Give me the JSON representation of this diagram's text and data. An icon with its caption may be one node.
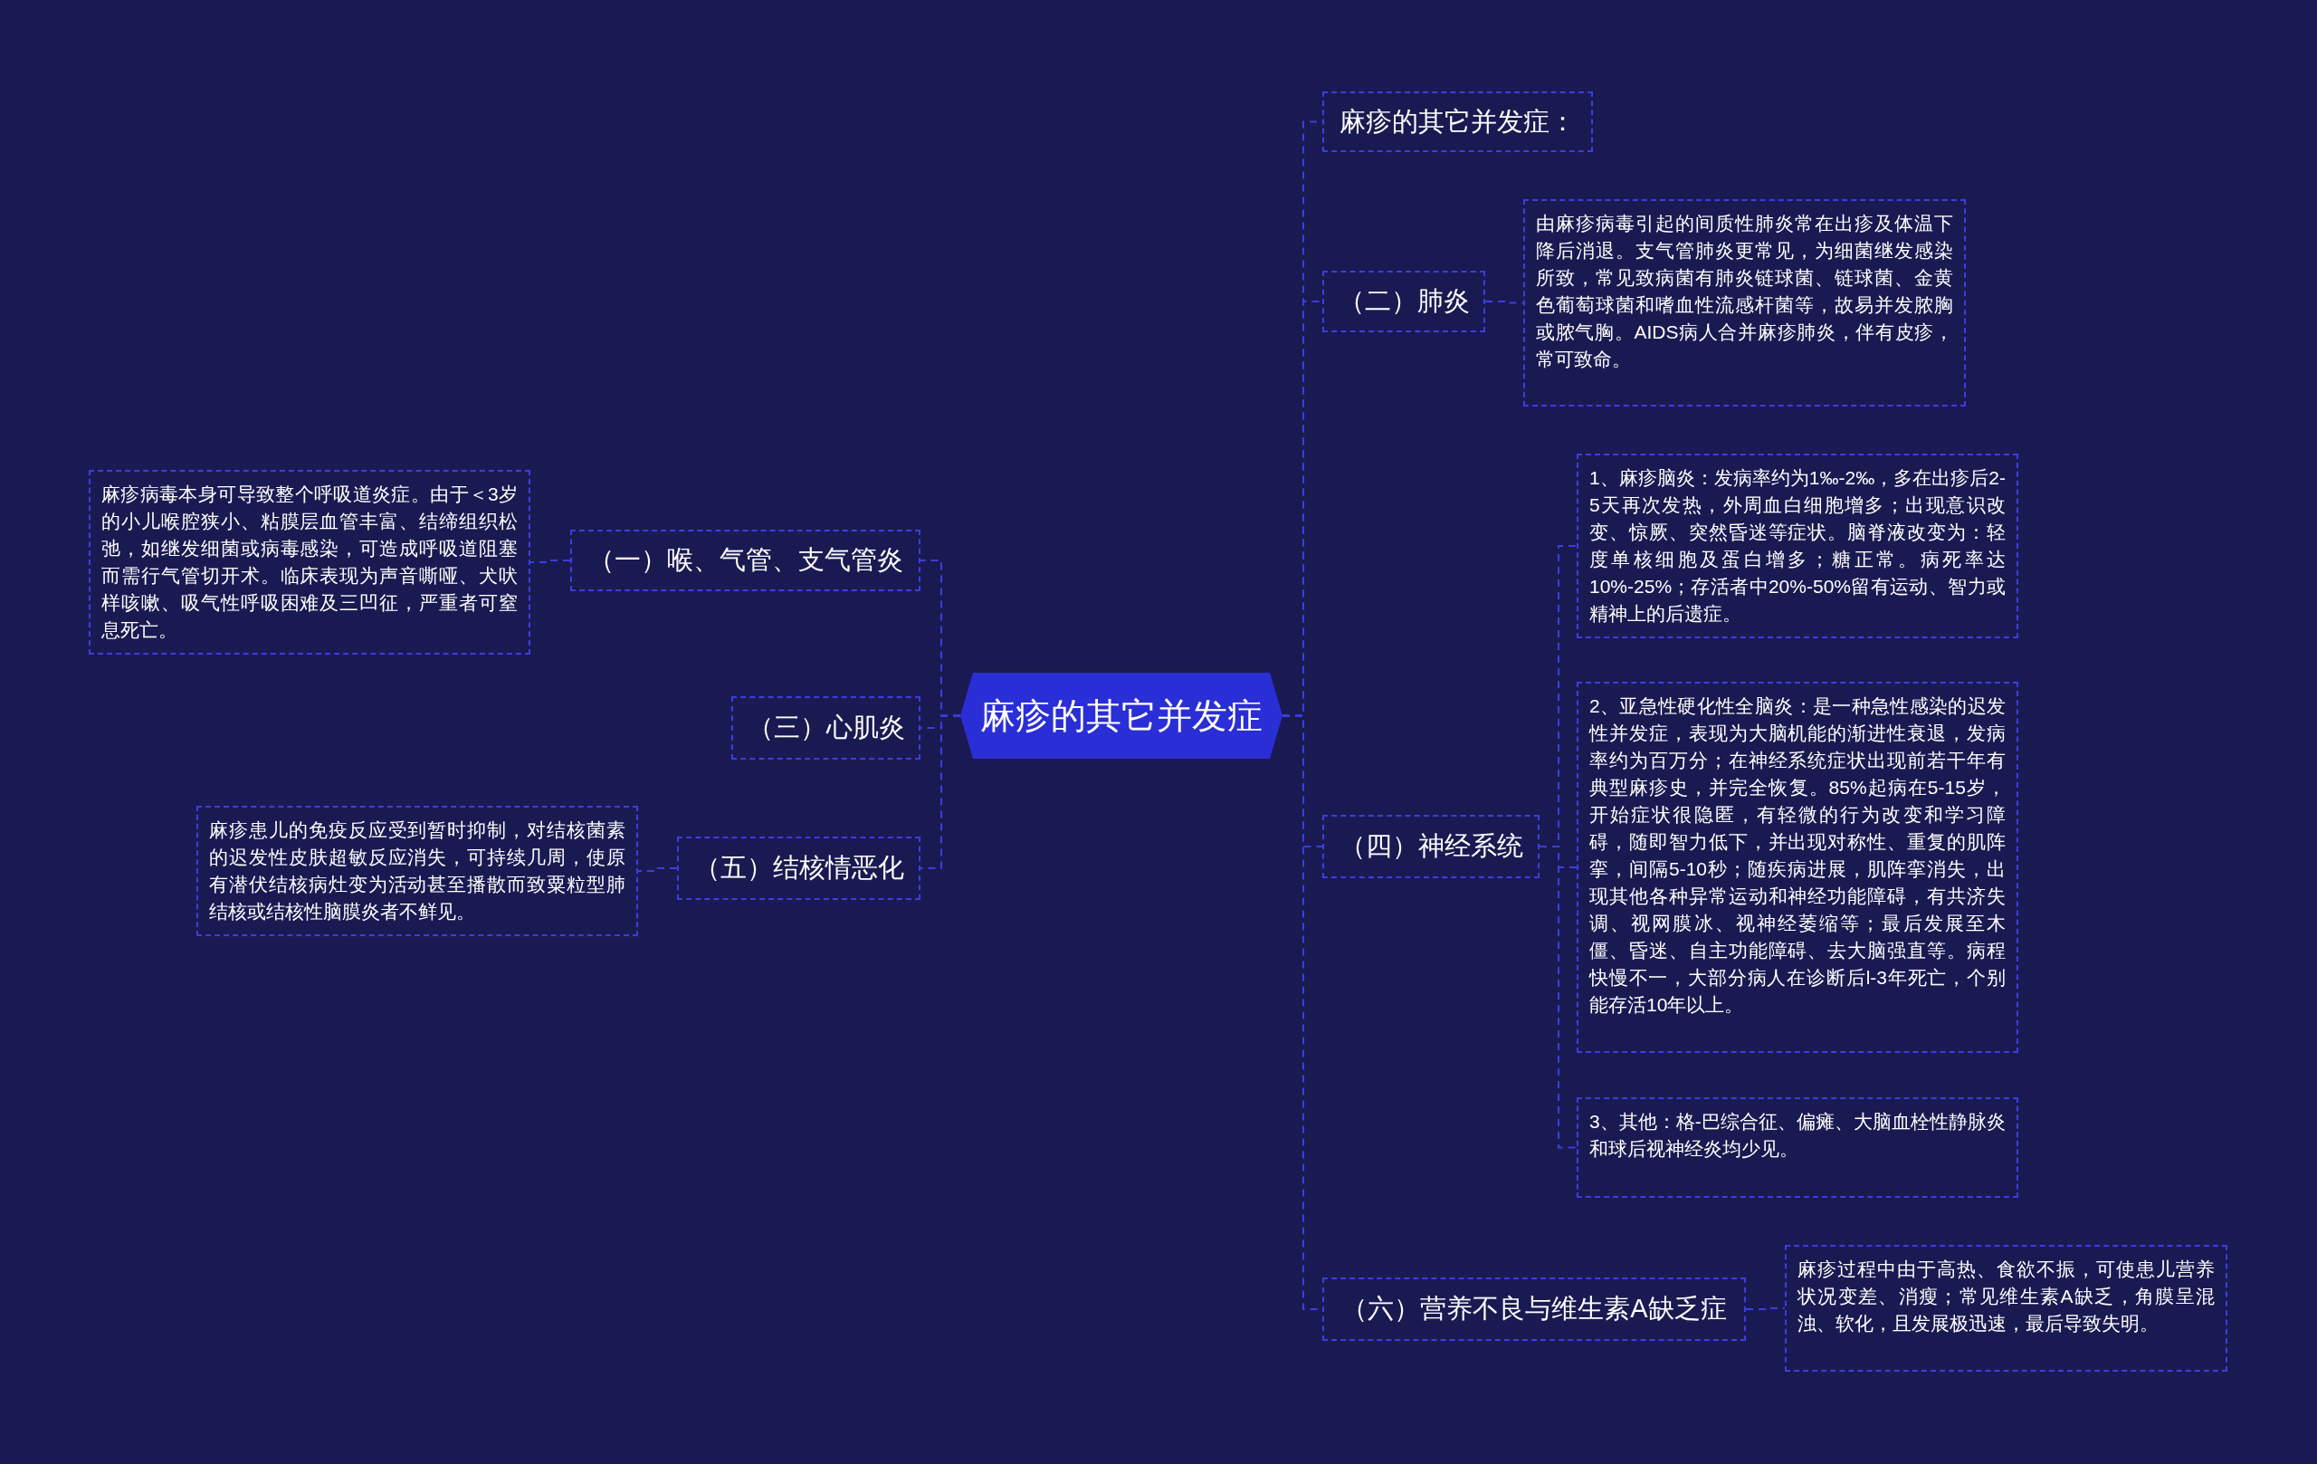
{
  "diagram": {
    "nodes": [
      {
        "text": [
          "麻疹的其它并发症"
        ]
      },
      {
        "text": [
          "麻疹的其它并发症："
        ]
      },
      {
        "text": [
          "（二）肺炎"
        ]
      },
      {
        "text": [
          "由麻疹病毒引起的间质性肺炎常在出疹及体温下降后消退。支气管肺炎更常见，为细菌继发感染所致，常见致病菌有肺炎链球菌、链球菌、金黄色葡萄球菌和嗜血性流感杆菌等，故易并发脓胸或脓气胸。AIDS病人合并麻疹肺炎，伴有皮疹，常可致命。"
        ]
      },
      {
        "text": [
          "（四）神经系统"
        ]
      },
      {
        "text": [
          "1、麻疹脑炎：发病率约为1‰-2‰，多在出疹后2-5天再次发热，外周血白细胞增多；出现意识改变、惊厥、突然昏迷等症状。脑脊液改变为：轻度单核细胞及蛋白增多；糖正常。病死率达10%-25%；存活者中20%-50%留有运动、智力或精神上的后遗症。"
        ]
      },
      {
        "text": [
          "2、亚急性硬化性全脑炎：是一种急性感染的迟发性并发症，表现为大脑机能的渐进性衰退，发病率约为百万分；在神经系统症状出现前若干年有典型麻疹史，并完全恢复。85%起病在5-15岁，开始症状很隐匿，有轻微的行为改变和学习障碍，随即智力低下，并出现对称性、重复的肌阵挛，间隔5-10秒；随疾病进展，肌阵挛消失，出现其他各种异常运动和神经功能障碍，有共济失调、视网膜冰、视神经萎缩等；最后发展至木僵、昏迷、自主功能障碍、去大脑强直等。病程快慢不一，大部分病人在诊断后l-3年死亡，个别能存活10年以上。"
        ]
      },
      {
        "text": [
          "3、其他：格-巴综合征、偏瘫、大脑血栓性静脉炎和球后视神经炎均少见。"
        ]
      },
      {
        "text": [
          "（六）营养不良与维生素A缺乏症"
        ]
      },
      {
        "text": [
          "麻疹过程中由于高热、食欲不振，可使患儿营养状况变差、消瘦；常见维生素A缺乏，角膜呈混浊、软化，且发展极迅速，最后导致失明。"
        ]
      },
      {
        "text": [
          "（一）喉、气管、支气管炎"
        ]
      },
      {
        "text": [
          "麻疹病毒本身可导致整个呼吸道炎症。由于＜3岁的小儿喉腔狭小、粘膜层血管丰富、结缔组织松弛，如继发细菌或病毒感染，可造成呼吸道阻塞而需行气管切开术。临床表现为声音嘶哑、犬吠样咳嗽、吸气性呼吸困难及三凹征，严重者可窒息死亡。"
        ]
      },
      {
        "text": [
          "（三）心肌炎"
        ]
      },
      {
        "text": [
          "（五）结核情恶化"
        ]
      },
      {
        "text": [
          "麻疹患儿的免疫反应受到暂时抑制，对结核菌素的迟发性皮肤超敏反应消失，可持续几周，使原有潜伏结核病灶变为活动甚至播散而致粟粒型肺结核或结核性脑膜炎者不鲜见。"
        ]
      }
    ],
    "edges": [
      {
        "from": 0,
        "to": 1,
        "arrow": "none"
      },
      {
        "from": 0,
        "to": 2,
        "arrow": "none"
      },
      {
        "from": 2,
        "to": 3,
        "arrow": "none"
      },
      {
        "from": 0,
        "to": 4,
        "arrow": "none"
      },
      {
        "from": 4,
        "to": 5,
        "arrow": "none"
      },
      {
        "from": 4,
        "to": 6,
        "arrow": "none"
      },
      {
        "from": 4,
        "to": 7,
        "arrow": "none"
      },
      {
        "from": 0,
        "to": 8,
        "arrow": "none"
      },
      {
        "from": 8,
        "to": 9,
        "arrow": "none"
      },
      {
        "from": 0,
        "to": 10,
        "arrow": "none"
      },
      {
        "from": 10,
        "to": 11,
        "arrow": "none"
      },
      {
        "from": 0,
        "to": 12,
        "arrow": "none"
      },
      {
        "from": 0,
        "to": 13,
        "arrow": "none"
      },
      {
        "from": 13,
        "to": 14,
        "arrow": "none"
      }
    ]
  }
}
